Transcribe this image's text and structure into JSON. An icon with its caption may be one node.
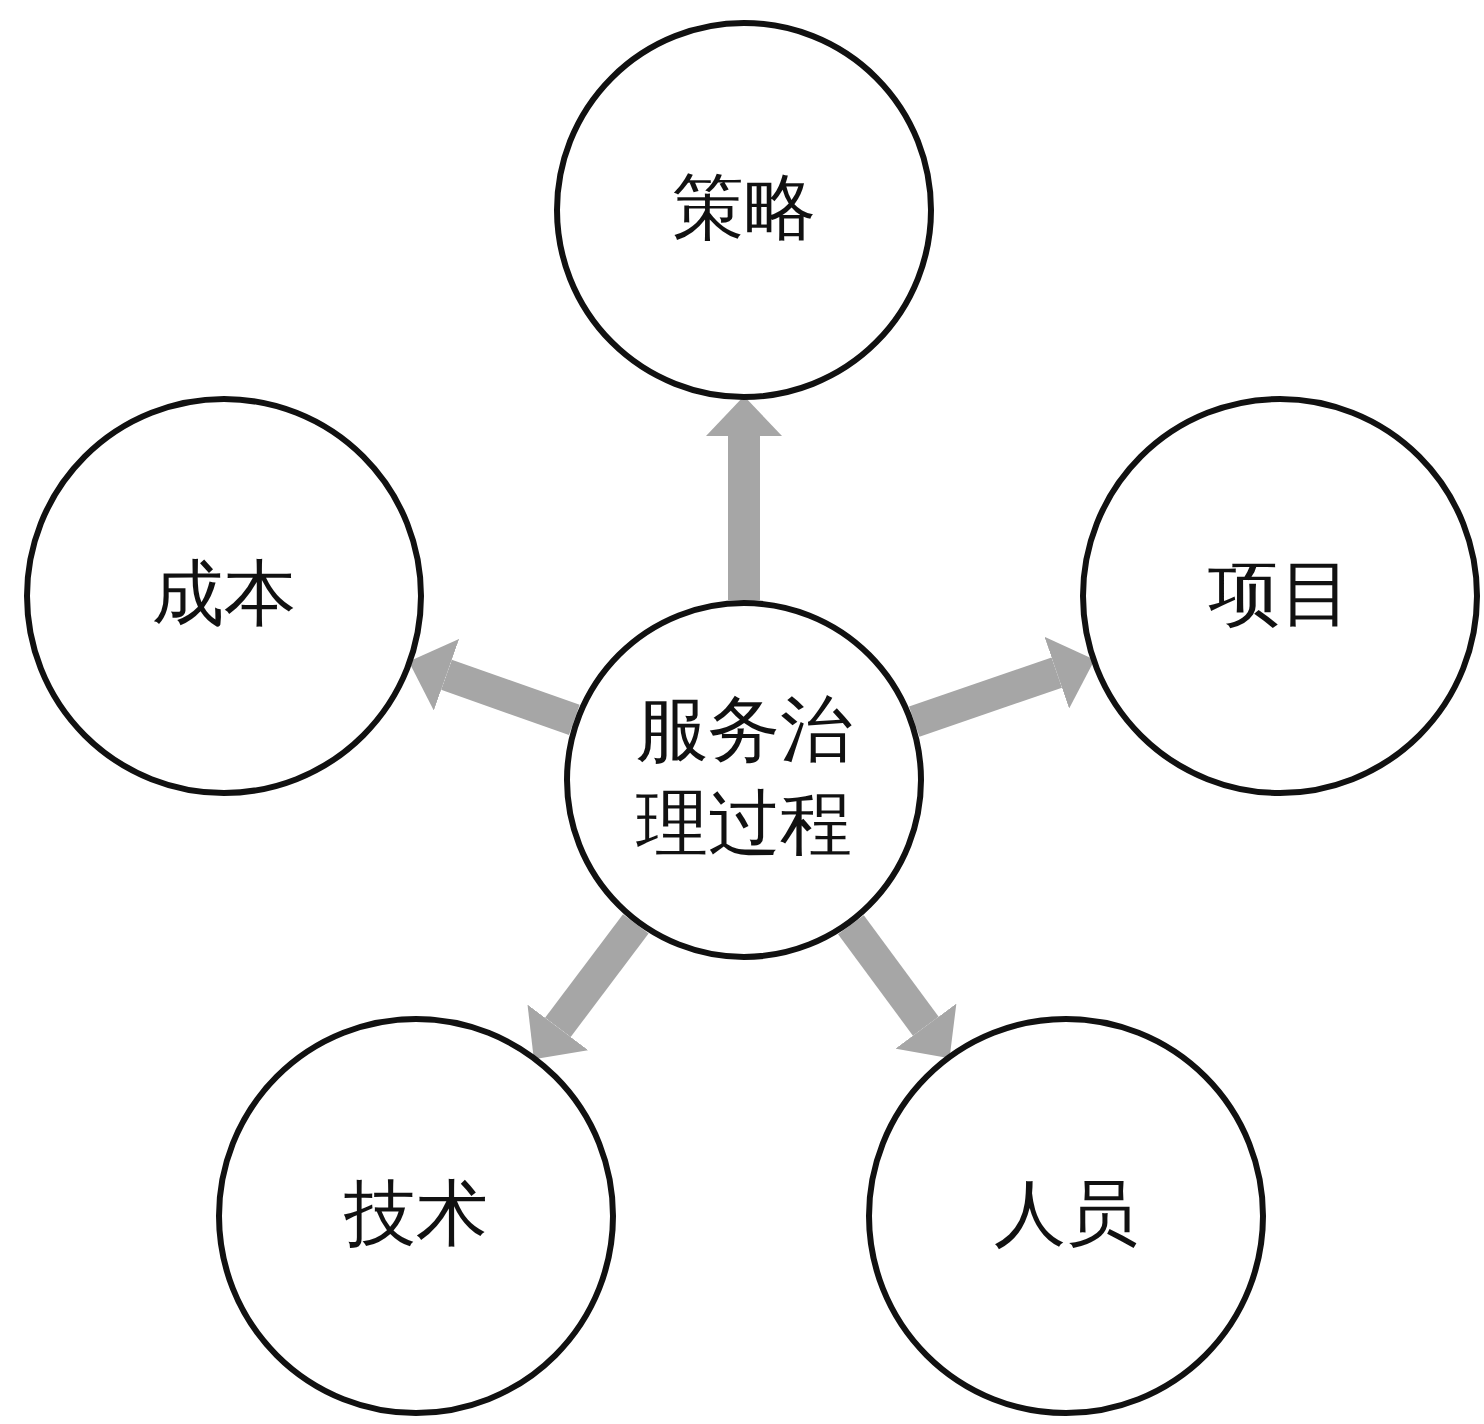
{
  "diagram": {
    "nodes": [
      {
        "text": [
          "服务治理过程"
        ]
      },
      {
        "text": [
          "策略"
        ]
      },
      {
        "text": [
          "项目"
        ]
      },
      {
        "text": [
          "人员"
        ]
      },
      {
        "text": [
          "技术"
        ]
      },
      {
        "text": [
          "成本"
        ]
      }
    ],
    "edges": [
      {
        "from": 0,
        "to": 1,
        "arrow": "to"
      },
      {
        "from": 0,
        "to": 2,
        "arrow": "to"
      },
      {
        "from": 0,
        "to": 3,
        "arrow": "to"
      },
      {
        "from": 0,
        "to": 4,
        "arrow": "to"
      },
      {
        "from": 0,
        "to": 5,
        "arrow": "to"
      }
    ]
  }
}
